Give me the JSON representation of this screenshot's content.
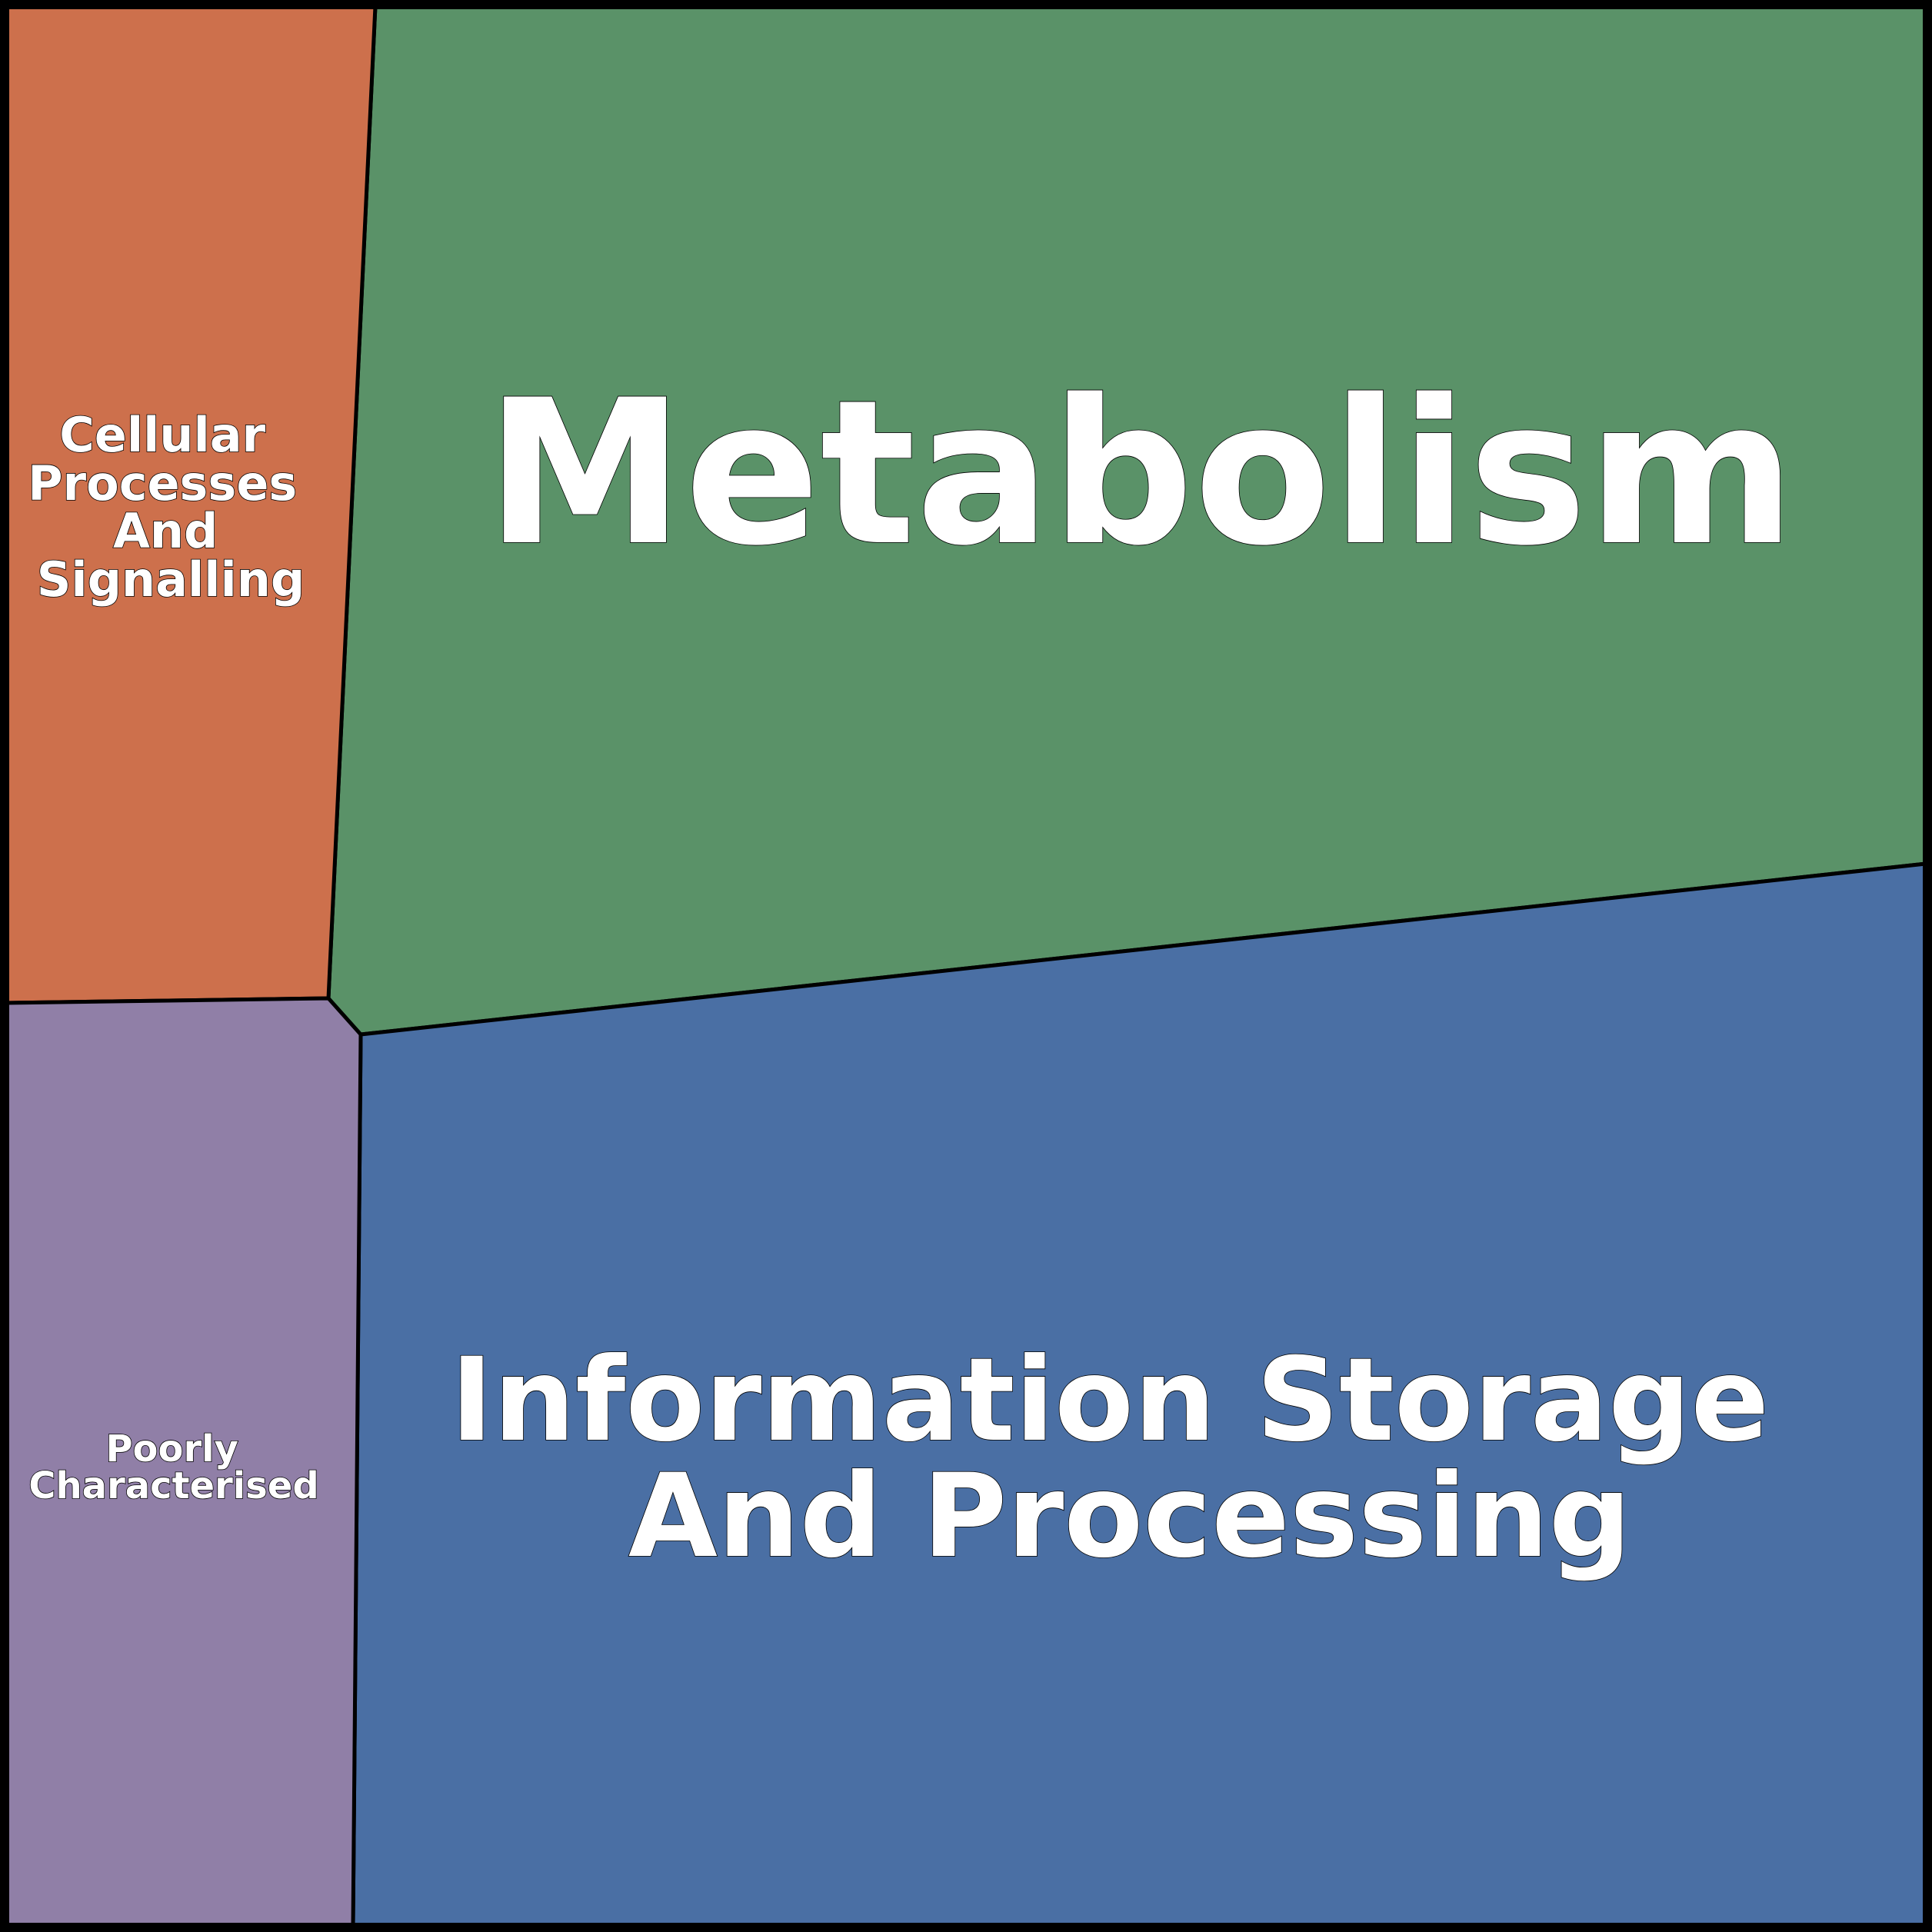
{
  "diagram": {
    "type": "voronoi-treemap",
    "regions": [
      {
        "id": "metabolism",
        "lines": [
          "Metabolism"
        ],
        "color": "#5a9268"
      },
      {
        "id": "information",
        "lines": [
          "Information Storage",
          "And Processing"
        ],
        "color": "#4a6fa4"
      },
      {
        "id": "cellular",
        "lines": [
          "Cellular",
          "Processes",
          "And",
          "Signalling"
        ],
        "color": "#cd704c"
      },
      {
        "id": "poorly",
        "lines": [
          "Poorly",
          "Characterised"
        ],
        "color": "#907fa7"
      }
    ],
    "border_color": "#000000",
    "label_color": "#ffffff"
  }
}
